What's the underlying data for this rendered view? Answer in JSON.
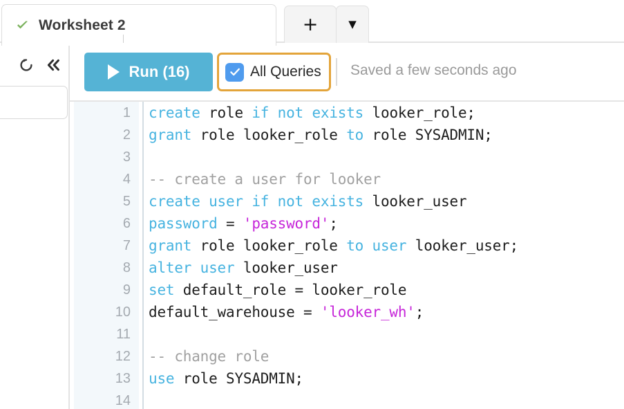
{
  "tabs": {
    "active": {
      "title": "Worksheet 2",
      "status_icon": "check-icon",
      "status_color": "#7cb25e"
    },
    "add_button": {
      "label": "+",
      "icon": "plus-icon"
    },
    "menu_button": {
      "label": "▼",
      "icon": "chevron-down-icon"
    }
  },
  "left_rail": {
    "refresh_icon": "refresh-icon",
    "collapse_icon": "double-chevron-left-icon",
    "search_value": "",
    "search_placeholder": ""
  },
  "toolbar": {
    "run_label": "Run (16)",
    "run_icon": "play-icon",
    "run_color": "#55b3d5",
    "all_queries_label": "All Queries",
    "all_queries_checked": true,
    "all_queries_checkbox_color": "#4f9bee",
    "all_queries_focus_color": "#e3a43a",
    "saved_status": "Saved a few seconds ago"
  },
  "editor": {
    "language": "sql",
    "gutter_background": "#f3f8fb",
    "keyword_color": "#46b3e0",
    "string_color": "#c626d9",
    "comment_color": "#a0a0a0",
    "text_color": "#1d1d1d",
    "lines": [
      {
        "n": "1",
        "tokens": [
          {
            "t": "create",
            "c": "kw"
          },
          {
            "t": " role ",
            "c": "op"
          },
          {
            "t": "if not exists",
            "c": "kw"
          },
          {
            "t": " looker_role;",
            "c": "op"
          }
        ]
      },
      {
        "n": "2",
        "tokens": [
          {
            "t": "grant",
            "c": "kw"
          },
          {
            "t": " role looker_role ",
            "c": "op"
          },
          {
            "t": "to",
            "c": "kw"
          },
          {
            "t": " role SYSADMIN;",
            "c": "op"
          }
        ]
      },
      {
        "n": "3",
        "tokens": []
      },
      {
        "n": "4",
        "tokens": [
          {
            "t": "-- create a user for looker",
            "c": "cmt"
          }
        ]
      },
      {
        "n": "5",
        "tokens": [
          {
            "t": "create user",
            "c": "kw"
          },
          {
            "t": " ",
            "c": "op"
          },
          {
            "t": "if not exists",
            "c": "kw"
          },
          {
            "t": " looker_user",
            "c": "op"
          }
        ]
      },
      {
        "n": "6",
        "tokens": [
          {
            "t": "password",
            "c": "kw"
          },
          {
            "t": " = ",
            "c": "op"
          },
          {
            "t": "'password'",
            "c": "str"
          },
          {
            "t": ";",
            "c": "op"
          }
        ]
      },
      {
        "n": "7",
        "tokens": [
          {
            "t": "grant",
            "c": "kw"
          },
          {
            "t": " role looker_role ",
            "c": "op"
          },
          {
            "t": "to user",
            "c": "kw"
          },
          {
            "t": " looker_user;",
            "c": "op"
          }
        ]
      },
      {
        "n": "8",
        "tokens": [
          {
            "t": "alter user",
            "c": "kw"
          },
          {
            "t": " looker_user",
            "c": "op"
          }
        ]
      },
      {
        "n": "9",
        "tokens": [
          {
            "t": "set",
            "c": "kw"
          },
          {
            "t": " default_role = looker_role",
            "c": "op"
          }
        ]
      },
      {
        "n": "10",
        "tokens": [
          {
            "t": "default_warehouse = ",
            "c": "op"
          },
          {
            "t": "'looker_wh'",
            "c": "str"
          },
          {
            "t": ";",
            "c": "op"
          }
        ]
      },
      {
        "n": "11",
        "tokens": []
      },
      {
        "n": "12",
        "tokens": [
          {
            "t": "-- change role",
            "c": "cmt"
          }
        ]
      },
      {
        "n": "13",
        "tokens": [
          {
            "t": "use",
            "c": "kw"
          },
          {
            "t": " role SYSADMIN;",
            "c": "op"
          }
        ]
      },
      {
        "n": "14",
        "tokens": []
      }
    ]
  }
}
